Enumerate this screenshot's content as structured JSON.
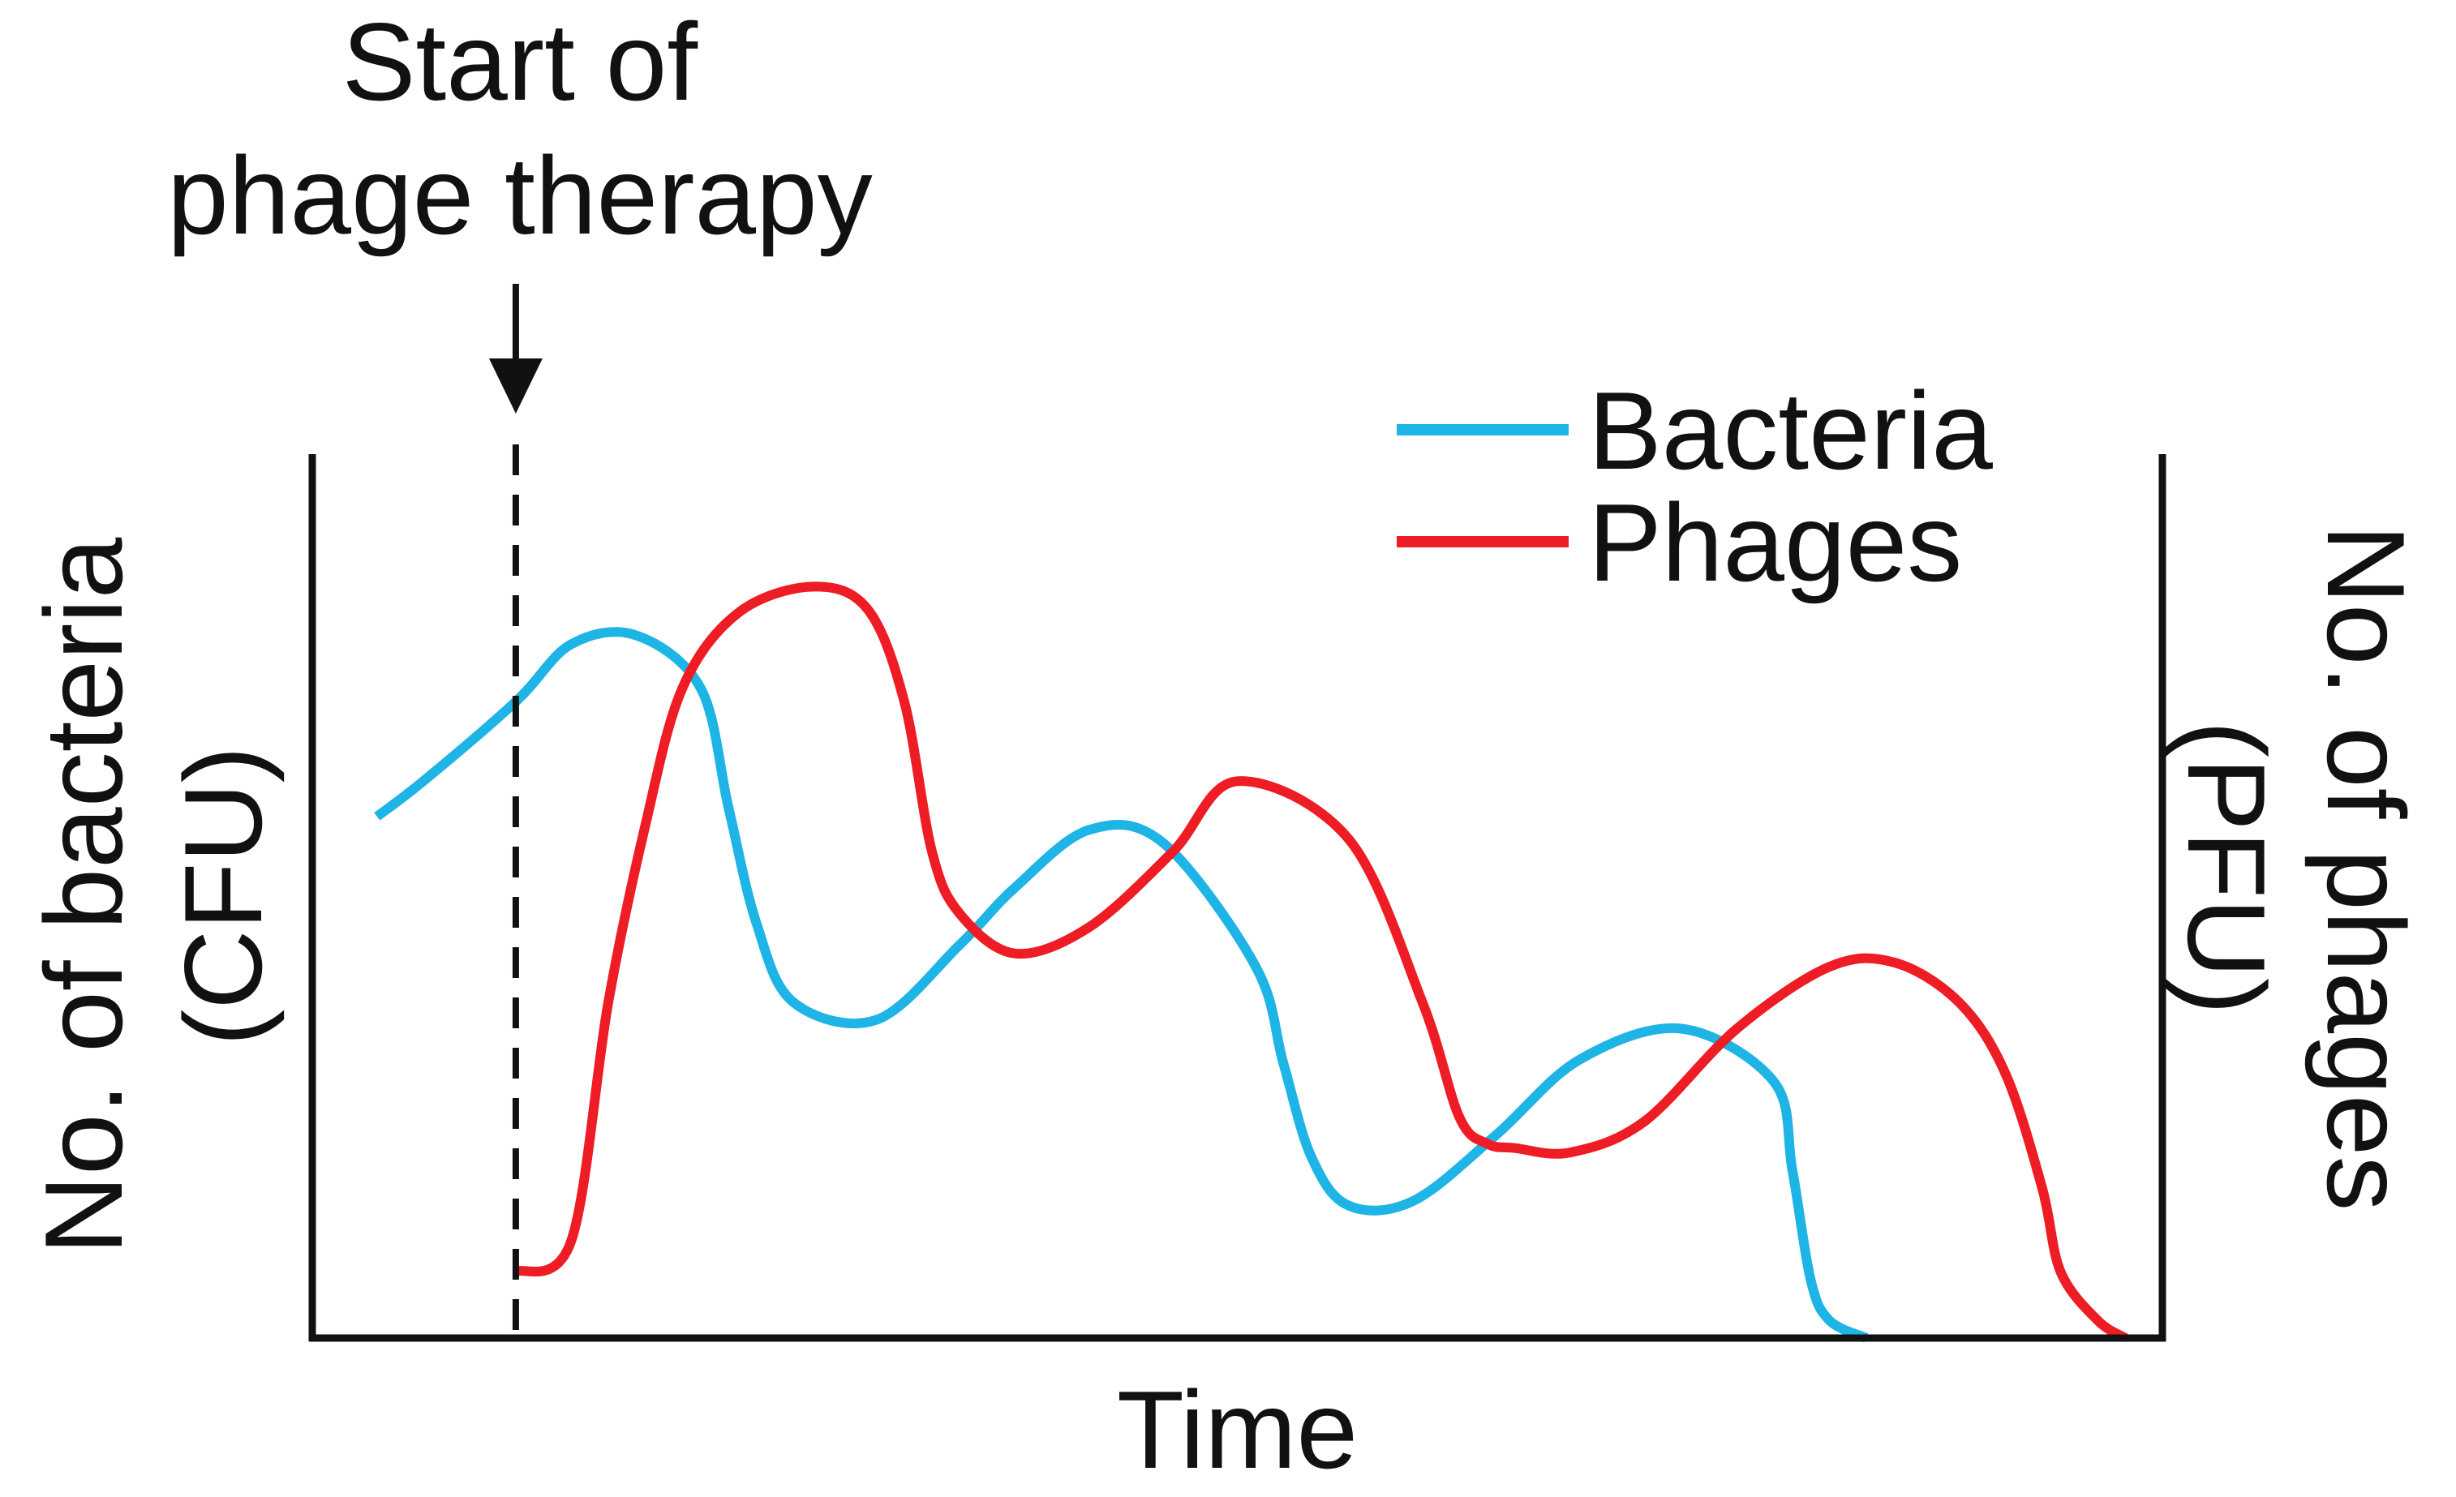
{
  "chart_data": {
    "type": "line",
    "title": "",
    "xlabel": "Time",
    "ylabel": "No. of bacteria (CFU)",
    "ylabel_lines": [
      "No. of bacteria",
      "(CFU)"
    ],
    "y2label": "No. of phages (PFU)",
    "y2label_lines": [
      "No. of phages",
      "(PFU)"
    ],
    "xlim": [
      0,
      100
    ],
    "ylim": [
      0,
      100
    ],
    "grid": false,
    "legend": "top-right",
    "annotation": {
      "text": "Start of phage therapy",
      "lines": [
        "Start of",
        "phage therapy"
      ],
      "x": 11
    },
    "series": [
      {
        "name": "Bacteria",
        "color": "#1EB4E6",
        "axis": "left",
        "x": [
          3.5,
          6,
          11,
          14,
          17.5,
          21,
          22.5,
          24,
          26,
          30.5,
          35,
          38,
          42,
          46,
          51,
          52.5,
          54,
          56,
          59.5,
          64,
          68.5,
          74,
          79,
          80,
          81,
          82,
          84
        ],
        "y": [
          59,
          63,
          72,
          78.5,
          79.5,
          73.5,
          60,
          47,
          38,
          36,
          44.5,
          51,
          57.5,
          56,
          42,
          31,
          20.5,
          15,
          15.5,
          23,
          31.5,
          35,
          29,
          19,
          6.5,
          2,
          0
        ]
      },
      {
        "name": "Phages",
        "color": "#EE1C24",
        "axis": "right",
        "x": [
          11,
          14,
          16,
          18,
          20,
          23,
          27,
          30,
          32,
          33.5,
          35,
          38,
          42,
          46.5,
          50,
          56,
          60,
          62,
          63.5,
          65,
          68,
          72,
          77,
          82,
          85.5,
          89,
          91.5,
          93.5,
          94.5,
          96.5,
          98
        ],
        "y": [
          7.5,
          11,
          38,
          58,
          73.5,
          82,
          85,
          82.5,
          72,
          55,
          48,
          43.5,
          46.5,
          55,
          63,
          56.5,
          38,
          25,
          22,
          21.5,
          21,
          24.5,
          35,
          42,
          42.5,
          38,
          30,
          17,
          7.5,
          2,
          0
        ]
      }
    ]
  }
}
